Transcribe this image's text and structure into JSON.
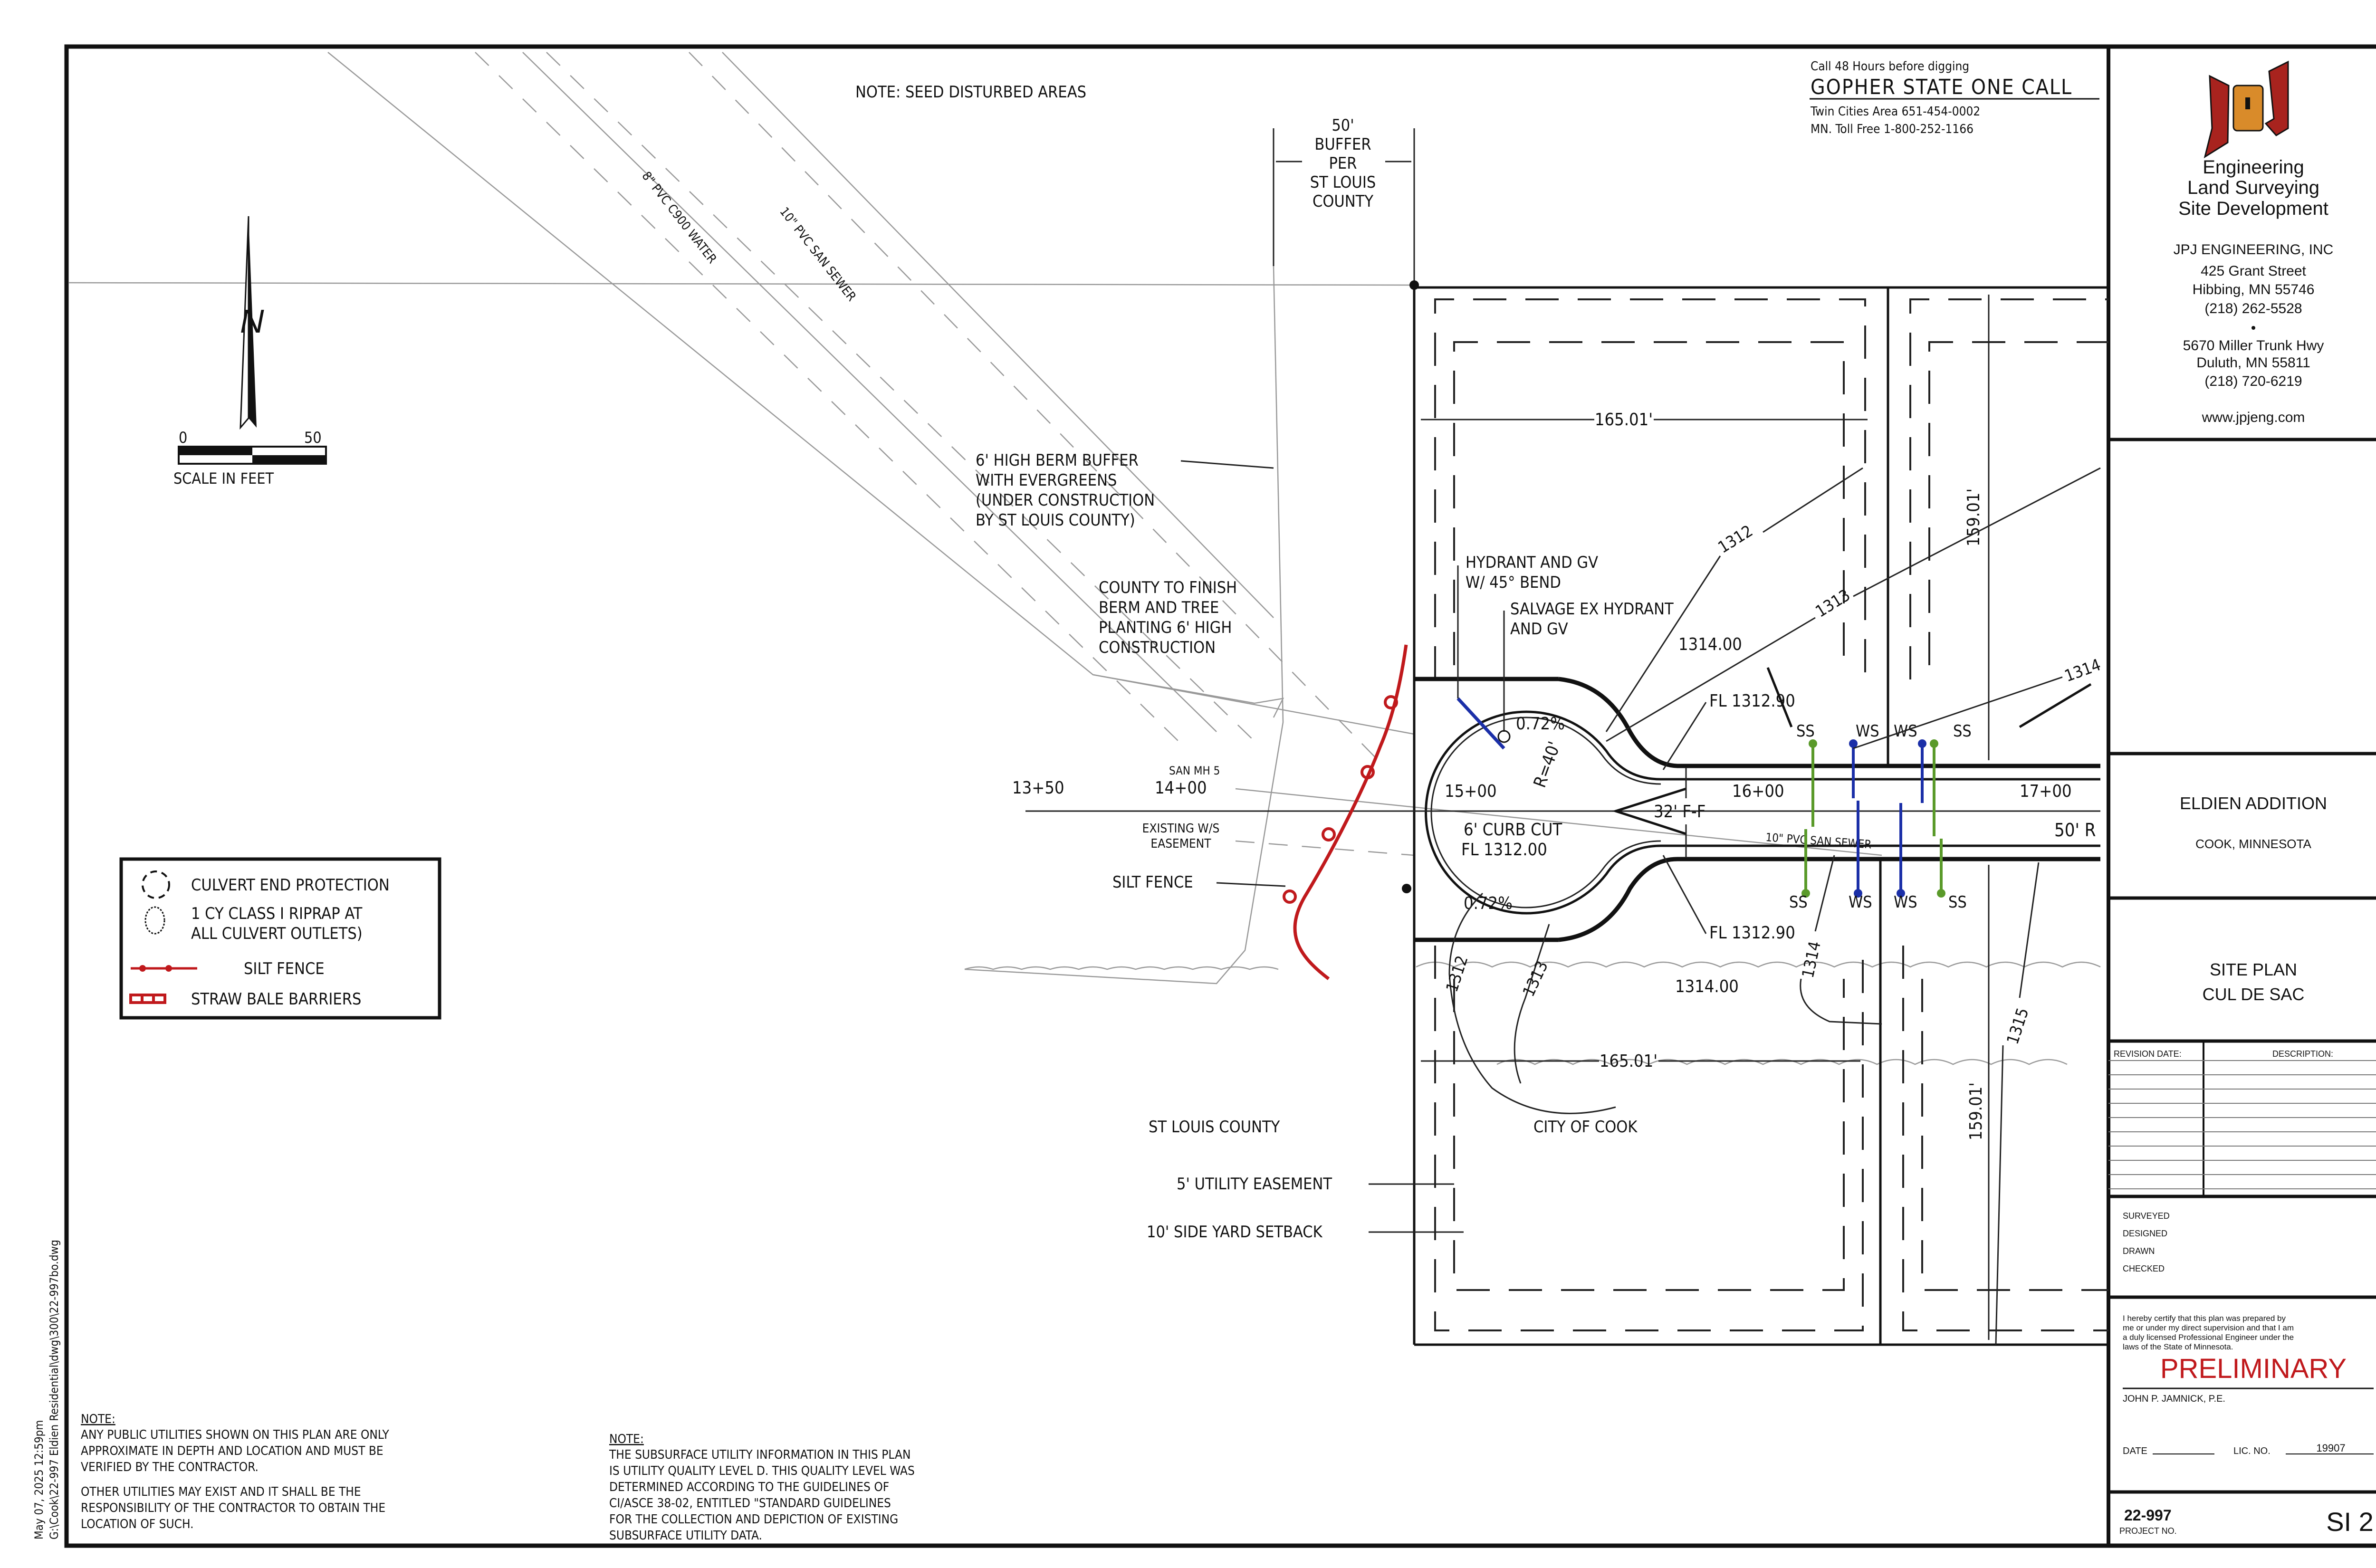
{
  "notes": {
    "seed": "NOTE:  SEED DISTURBED AREAS",
    "buffer": [
      "50'",
      "BUFFER",
      "PER",
      "ST LOUIS",
      "COUNTY"
    ],
    "berm": [
      "6' HIGH BERM BUFFER",
      "WITH EVERGREENS",
      "(UNDER CONSTRUCTION",
      "BY ST LOUIS COUNTY)"
    ],
    "county_finish": [
      "COUNTY TO FINISH",
      "BERM AND TREE",
      "PLANTING 6' HIGH",
      "CONSTRUCTION"
    ],
    "hydrant": [
      "HYDRANT AND GV",
      "W/ 45° BEND"
    ],
    "salvage": [
      "SALVAGE EX HYDRANT",
      "AND GV"
    ],
    "note1": {
      "title": "NOTE:",
      "lines": [
        "ANY PUBLIC UTILITIES SHOWN ON THIS PLAN ARE ONLY",
        "APPROXIMATE IN DEPTH AND LOCATION AND MUST BE",
        "VERIFIED BY THE CONTRACTOR.",
        "",
        "OTHER UTILITIES MAY EXIST AND IT SHALL BE THE",
        "RESPONSIBILITY OF THE CONTRACTOR TO OBTAIN THE",
        "LOCATION OF SUCH."
      ]
    },
    "note2": {
      "title": "NOTE:",
      "lines": [
        "THE SUBSURFACE UTILITY INFORMATION IN THIS PLAN",
        "IS UTILITY QUALITY LEVEL D. THIS QUALITY LEVEL WAS",
        "DETERMINED ACCORDING TO THE GUIDELINES OF",
        "CI/ASCE 38-02, ENTITLED \"STANDARD GUIDELINES",
        "FOR THE COLLECTION AND DEPICTION OF EXISTING",
        "SUBSURFACE UTILITY DATA."
      ]
    },
    "file_stamp": [
      "May 07, 2025 12:59pm",
      "G:\\Cook\\22-997 Eldien Residential\\dwg\\300\\22-997bo.dwg"
    ]
  },
  "north": {
    "letter": "N"
  },
  "scale": {
    "zero": "0",
    "fifty": "50",
    "label": "SCALE   IN   FEET"
  },
  "legend": {
    "items": [
      {
        "icon": "culvert-end-protection-icon",
        "lines": [
          "CULVERT END PROTECTION"
        ]
      },
      {
        "icon": "riprap-icon",
        "lines": [
          "1 CY CLASS I RIPRAP AT",
          "ALL CULVERT OUTLETS)"
        ]
      },
      {
        "icon": "silt-fence-icon",
        "lines": [
          "SILT FENCE"
        ]
      },
      {
        "icon": "straw-bale-icon",
        "lines": [
          "STRAW BALE BARRIERS"
        ]
      }
    ]
  },
  "plan": {
    "pipes": {
      "water": "8\" PVC C900 WATER",
      "sewer": "10\" PVC SAN SEWER",
      "sewer_road": "10\" PVC SAN SEWER"
    },
    "stations": [
      "13+50",
      "14+00",
      "15+00",
      "16+00",
      "17+00"
    ],
    "san_mh": "SAN MH 5",
    "easement": [
      "EXISTING W/S",
      "EASEMENT"
    ],
    "silt_fence": "SILT FENCE",
    "lot_width_top": "165.01'",
    "lot_width_bottom": "165.01'",
    "lot_depth_top": "159.01'",
    "lot_depth_bottom": "159.01'",
    "elev_top": "1314.00",
    "elev_bottom": "1314.00",
    "slope_top": "0.72%",
    "slope_bottom": "0.72%",
    "radius": "R=40'",
    "fl_top": "FL 1312.90",
    "fl_bottom": "FL 1312.90",
    "curb_cut": "6' CURB CUT",
    "fl_curb": "FL 1312.00",
    "road_width": "32' F-F",
    "row": "50' R",
    "services_top": [
      "SS",
      "WS",
      "WS",
      "SS"
    ],
    "services_bottom": [
      "SS",
      "WS",
      "WS",
      "SS"
    ],
    "contours": [
      "1312",
      "1313",
      "1314",
      "1312",
      "1313",
      "1314",
      "1315"
    ],
    "st_louis": "ST LOUIS COUNTY",
    "city": "CITY OF COOK",
    "utility_easement": "5' UTILITY EASEMENT",
    "side_setback": "10' SIDE YARD SETBACK",
    "colors": {
      "silt": "#c0191c",
      "water": "#1b2fa8",
      "sewer": "#5a9a2a"
    }
  },
  "gopher": {
    "call": "Call 48 Hours before digging",
    "name": "GOPHER  STATE  ONE  CALL",
    "twin": "Twin Cities Area 651-454-0002",
    "toll": "MN. Toll Free 1-800-252-1166"
  },
  "company": {
    "logo": "JPJ",
    "services": [
      "Engineering",
      "Land Surveying",
      "Site Development"
    ],
    "name": "JPJ ENGINEERING, INC",
    "office1": [
      "425 Grant Street",
      "Hibbing, MN 55746",
      "(218) 262-5528"
    ],
    "office2": [
      "5670 Miller Trunk Hwy",
      "Duluth, MN 55811",
      "(218) 720-6219"
    ],
    "web": "www.jpjeng.com"
  },
  "title_block": {
    "project": "ELDIEN ADDITION",
    "location": "COOK, MINNESOTA",
    "sheet_title": [
      "SITE PLAN",
      "CUL DE SAC"
    ],
    "revision_date_label": "REVISION DATE:",
    "description_label": "DESCRIPTION:",
    "roles": [
      "SURVEYED",
      "DESIGNED",
      "DRAWN",
      "CHECKED"
    ],
    "certification": [
      "I hereby certify that this plan was prepared by",
      "me or under my direct supervision and that I am",
      "a duly licensed Professional Engineer under the",
      "laws of the State of Minnesota."
    ],
    "stamp": "PRELIMINARY",
    "engineer": "JOHN P. JAMNICK, P.E.",
    "date_label": "DATE",
    "lic_label": "LIC. NO.",
    "lic_no": "19907",
    "project_no": "22-997",
    "project_no_label": "PROJECT NO.",
    "sheet_no": "SI 2"
  }
}
